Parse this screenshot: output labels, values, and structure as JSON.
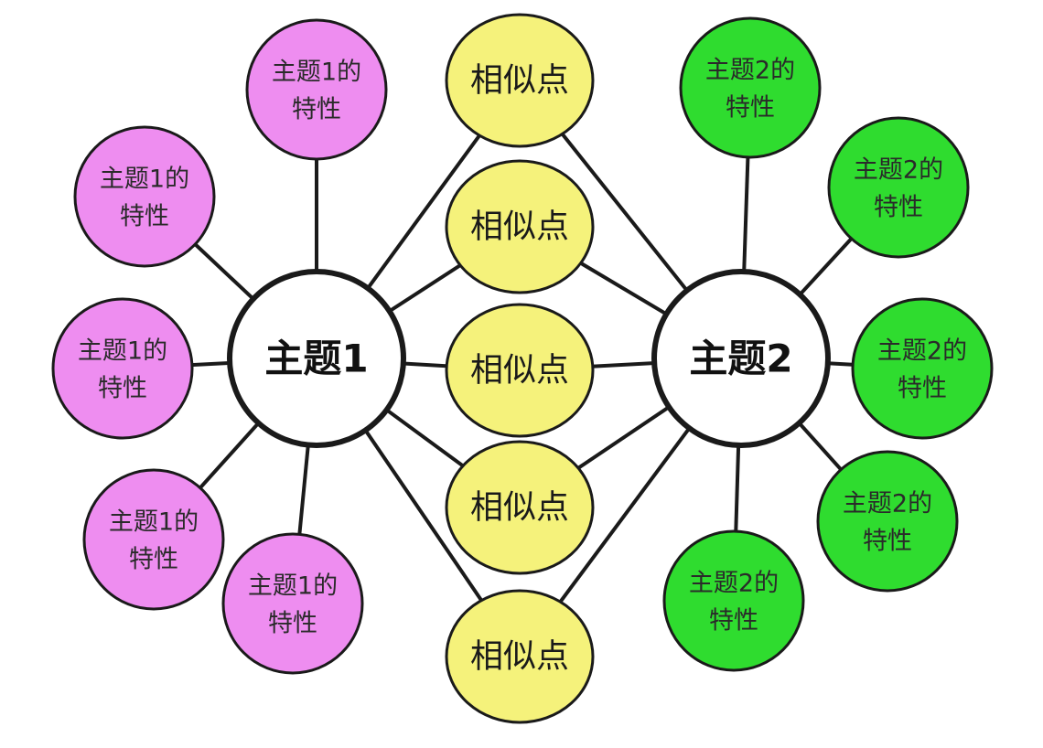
{
  "colors": {
    "topic1_attr": "#ee8df0",
    "similar": "#f5f27b",
    "topic2_attr": "#2fdc2f",
    "main": "#ffffff",
    "stroke": "#1a1a1a"
  },
  "main_topics": [
    {
      "label": "主题1"
    },
    {
      "label": "主题2"
    }
  ],
  "similarities": [
    {
      "label": "相似点"
    },
    {
      "label": "相似点"
    },
    {
      "label": "相似点"
    },
    {
      "label": "相似点"
    },
    {
      "label": "相似点"
    }
  ],
  "topic1_attributes": [
    {
      "line1": "主题1的",
      "line2": "特性"
    },
    {
      "line1": "主题1的",
      "line2": "特性"
    },
    {
      "line1": "主题1的",
      "line2": "特性"
    },
    {
      "line1": "主题1的",
      "line2": "特性"
    },
    {
      "line1": "主题1的",
      "line2": "特性"
    }
  ],
  "topic2_attributes": [
    {
      "line1": "主题2的",
      "line2": "特性"
    },
    {
      "line1": "主题2的",
      "line2": "特性"
    },
    {
      "line1": "主题2的",
      "line2": "特性"
    },
    {
      "line1": "主题2的",
      "line2": "特性"
    },
    {
      "line1": "主题2的",
      "line2": "特性"
    }
  ]
}
